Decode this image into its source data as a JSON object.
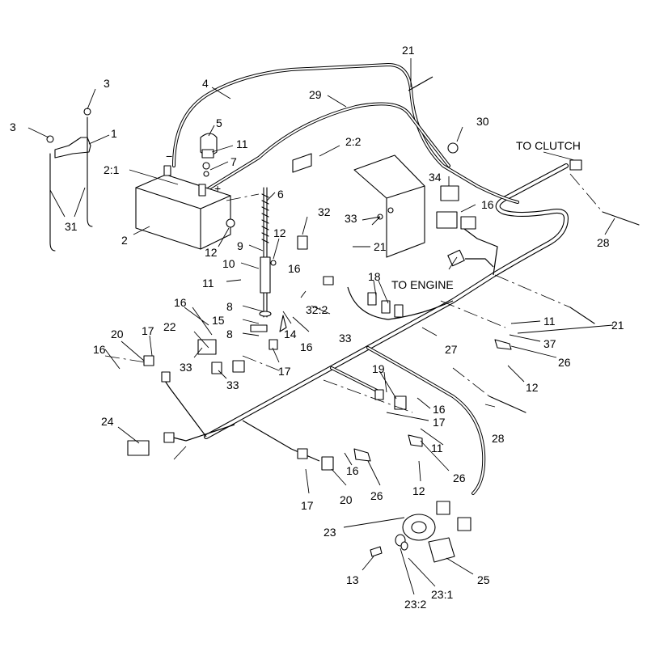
{
  "diagram": {
    "captions": {
      "to_clutch": "TO CLUTCH",
      "to_engine": "TO ENGINE"
    },
    "callouts": {
      "c21_top": "21",
      "c3_top": "3",
      "c3_left": "3",
      "c1": "1",
      "c31": "31",
      "c4": "4",
      "c29": "29",
      "c5": "5",
      "c11_a": "11",
      "c7": "7",
      "c2_1": "2:1",
      "c2_2": "2:2",
      "c6": "6",
      "c2": "2",
      "c12_a": "12",
      "c9": "9",
      "c12_b": "12",
      "c10": "10",
      "c11_b": "11",
      "c32": "32",
      "c21_mid": "21",
      "c30": "30",
      "c34": "34",
      "c16_a": "16",
      "c33_a": "33",
      "c28_a": "28",
      "c16_b": "16",
      "c18": "18",
      "c32_2": "32:2",
      "c8_a": "8",
      "c15": "15",
      "c8_b": "8",
      "c16_c": "16",
      "c22": "22",
      "c20_a": "20",
      "c17_a": "17",
      "c16_d": "16",
      "c33_b": "33",
      "c33_c": "33",
      "c14": "14",
      "c16_e": "16",
      "c17_b": "17",
      "c33_d": "33",
      "c27": "27",
      "c11_c": "11",
      "c21_right": "21",
      "c37": "37",
      "c26_a": "26",
      "c12_c": "12",
      "c19": "19",
      "c16_f": "16",
      "c17_c": "17",
      "c28_b": "28",
      "c11_d": "11",
      "c24": "24",
      "c26_b": "26",
      "c16_g": "16",
      "c12_d": "12",
      "c26_c": "26",
      "c20_b": "20",
      "c17_d": "17",
      "c23": "23",
      "c13": "13",
      "c25": "25",
      "c23_1": "23:1",
      "c23_2": "23:2"
    }
  }
}
